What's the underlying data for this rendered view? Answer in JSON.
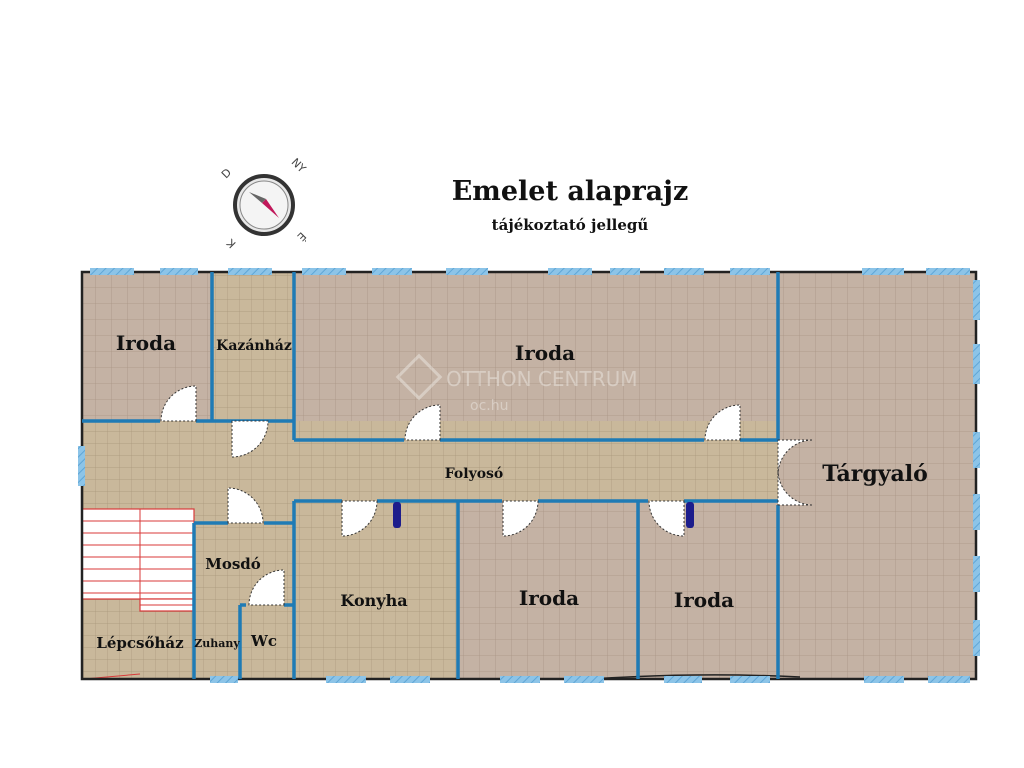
{
  "title": "Emelet alaprajz",
  "subtitle": "tájékoztató jellegű",
  "compass": {
    "label_north": "É",
    "label_east": "K",
    "label_south": "D",
    "label_west": "NY"
  },
  "watermark": {
    "brand": "OTTHON CENTRUM",
    "site": "oc.hu"
  },
  "rooms": {
    "iroda_nw": "Iroda",
    "kazanhaz": "Kazánház",
    "iroda_north": "Iroda",
    "folyoso": "Folyosó",
    "targyalo": "Tárgyaló",
    "mosdo": "Mosdó",
    "konyha": "Konyha",
    "iroda_s1": "Iroda",
    "iroda_s2": "Iroda",
    "lepcsohaz": "Lépcsőház",
    "zuhany": "Zuhany",
    "wc": "Wc"
  },
  "colors": {
    "wall": "#1f7bb5",
    "outer_wall": "#222222",
    "window": "#8cc4e8",
    "tile_floor": "#c9b89b",
    "tile_line": "#a8967a",
    "stone_floor": "#c4b2a4",
    "stairs": "#d83a3a"
  }
}
